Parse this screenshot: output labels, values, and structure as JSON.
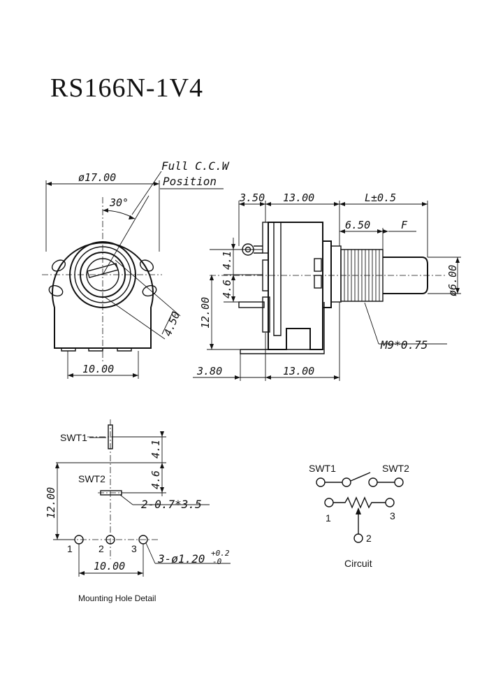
{
  "title": "RS166N-1V4",
  "front_view": {
    "dia": "ø17.00",
    "angle": "30°",
    "note_line1": "Full C.C.W",
    "note_line2": "Position",
    "slot": "4.50",
    "pitch": "10.00"
  },
  "side_view": {
    "d_3_50": "3.50",
    "d_13_top": "13.00",
    "d_L": "L±0.5",
    "d_6_50": "6.50",
    "d_F": "F",
    "d_4_1": "4.1",
    "d_4_6": "4.6",
    "d_12": "12.00",
    "d_phi6": "ø6.00",
    "d_3_80": "3.80",
    "d_13_bot": "13.00",
    "thread": "M9*0.75"
  },
  "mounting": {
    "swt1": "SWT1",
    "swt2": "SWT2",
    "d_4_1": "4.1",
    "d_4_6": "4.6",
    "d_12": "12.00",
    "slot_note": "2-0.7*3.5",
    "pin1": "1",
    "pin2": "2",
    "pin3": "3",
    "pitch": "10.00",
    "hole_note": "3-ø1.20",
    "hole_tol_plus": "+0.2",
    "hole_tol_minus": "-0",
    "caption": "Mounting Hole Detail"
  },
  "circuit": {
    "swt1": "SWT1",
    "swt2": "SWT2",
    "pin1": "1",
    "pin2": "2",
    "pin3": "3",
    "caption": "Circuit"
  }
}
